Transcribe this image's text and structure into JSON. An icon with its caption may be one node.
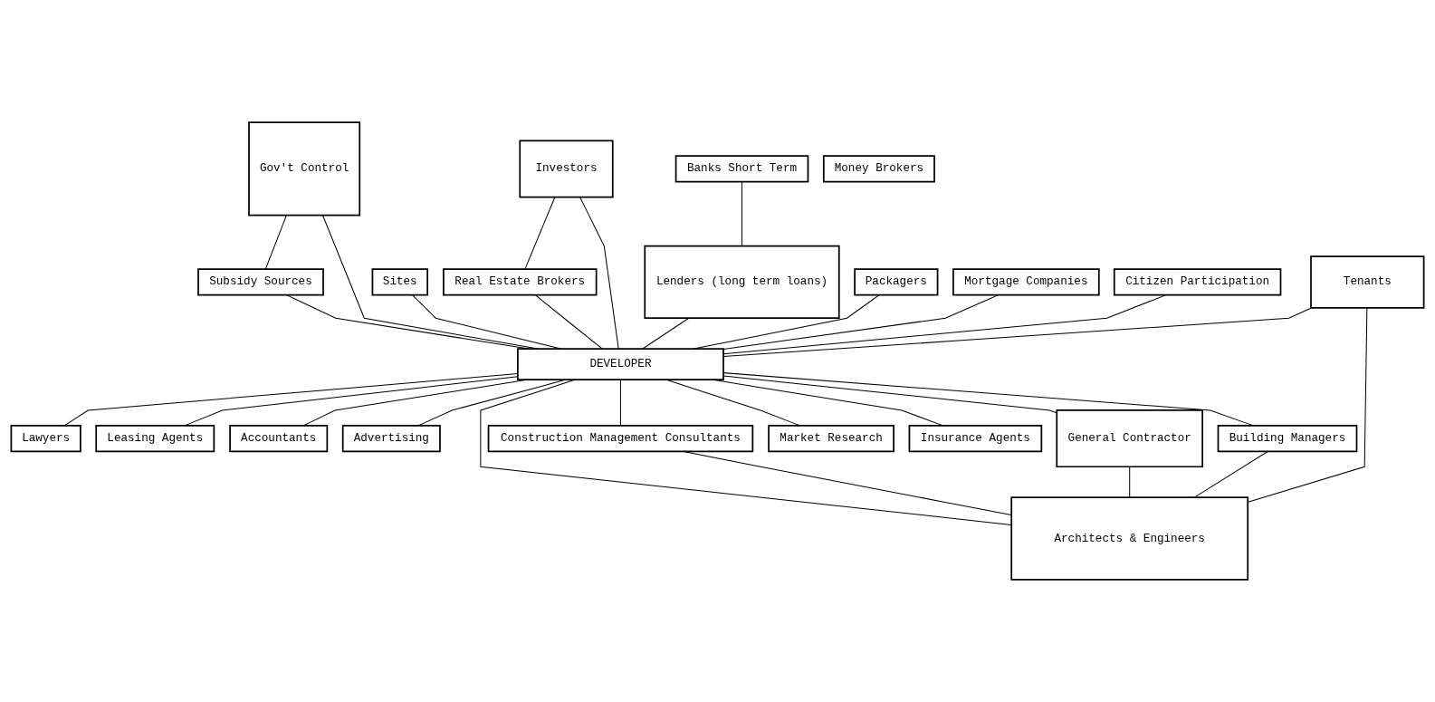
{
  "diagram": {
    "nodes": [
      {
        "text": [
          "Gov't Control"
        ]
      },
      {
        "text": [
          "Subsidy Sources"
        ]
      },
      {
        "text": [
          "Sites"
        ]
      },
      {
        "text": [
          "Investors"
        ]
      },
      {
        "text": [
          "Real Estate Brokers"
        ]
      },
      {
        "text": [
          "Lenders (long term loans)"
        ]
      },
      {
        "text": [
          "Money Brokers"
        ]
      },
      {
        "text": [
          "Banks Short Term"
        ]
      },
      {
        "text": [
          "Packagers"
        ]
      },
      {
        "text": [
          "Mortgage Companies"
        ]
      },
      {
        "text": [
          "Tenants"
        ]
      },
      {
        "text": [
          "DEVELOPER"
        ]
      },
      {
        "text": [
          "Lawyers"
        ]
      },
      {
        "text": [
          "Leasing Agents"
        ]
      },
      {
        "text": [
          "Accountants"
        ]
      },
      {
        "text": [
          "Citizen Participation"
        ]
      },
      {
        "text": [
          "Advertising"
        ]
      },
      {
        "text": [
          "Architects & Engineers"
        ]
      },
      {
        "text": [
          "Construction Management Consultants"
        ]
      },
      {
        "text": [
          "Market Research"
        ]
      },
      {
        "text": [
          "Insurance Agents"
        ]
      },
      {
        "text": [
          "General Contractor"
        ]
      },
      {
        "text": [
          "Building Managers"
        ]
      }
    ],
    "edges": [
      {
        "from": 0,
        "to": 1,
        "arrow": "none"
      },
      {
        "from": 0,
        "to": 11,
        "arrow": "none"
      },
      {
        "from": 1,
        "to": 11,
        "arrow": "none"
      },
      {
        "from": 8,
        "to": 11,
        "arrow": "none"
      },
      {
        "from": 2,
        "to": 11,
        "arrow": "none"
      },
      {
        "from": 3,
        "to": 4,
        "arrow": "none"
      },
      {
        "from": 4,
        "to": 11,
        "arrow": "none"
      },
      {
        "from": 3,
        "to": 11,
        "arrow": "none"
      },
      {
        "from": 7,
        "to": 5,
        "arrow": "none"
      },
      {
        "from": 5,
        "to": 11,
        "arrow": "none"
      },
      {
        "from": 9,
        "to": 11,
        "arrow": "none"
      },
      {
        "from": 10,
        "to": 11,
        "arrow": "none"
      },
      {
        "from": 10,
        "to": 17,
        "arrow": "none"
      },
      {
        "from": 11,
        "to": 17,
        "arrow": "none"
      },
      {
        "from": 11,
        "to": 13,
        "arrow": "none"
      },
      {
        "from": 11,
        "to": 18,
        "arrow": "none"
      },
      {
        "from": 18,
        "to": 17,
        "arrow": "none"
      },
      {
        "from": 11,
        "to": 21,
        "arrow": "none"
      },
      {
        "from": 21,
        "to": 17,
        "arrow": "none"
      },
      {
        "from": 11,
        "to": 22,
        "arrow": "none"
      },
      {
        "from": 22,
        "to": 17,
        "arrow": "none"
      },
      {
        "from": 11,
        "to": 12,
        "arrow": "none"
      },
      {
        "from": 11,
        "to": 14,
        "arrow": "none"
      },
      {
        "from": 11,
        "to": 16,
        "arrow": "none"
      },
      {
        "from": 11,
        "to": 19,
        "arrow": "none"
      },
      {
        "from": 11,
        "to": 20,
        "arrow": "none"
      },
      {
        "from": 15,
        "to": 11,
        "arrow": "none"
      }
    ]
  }
}
